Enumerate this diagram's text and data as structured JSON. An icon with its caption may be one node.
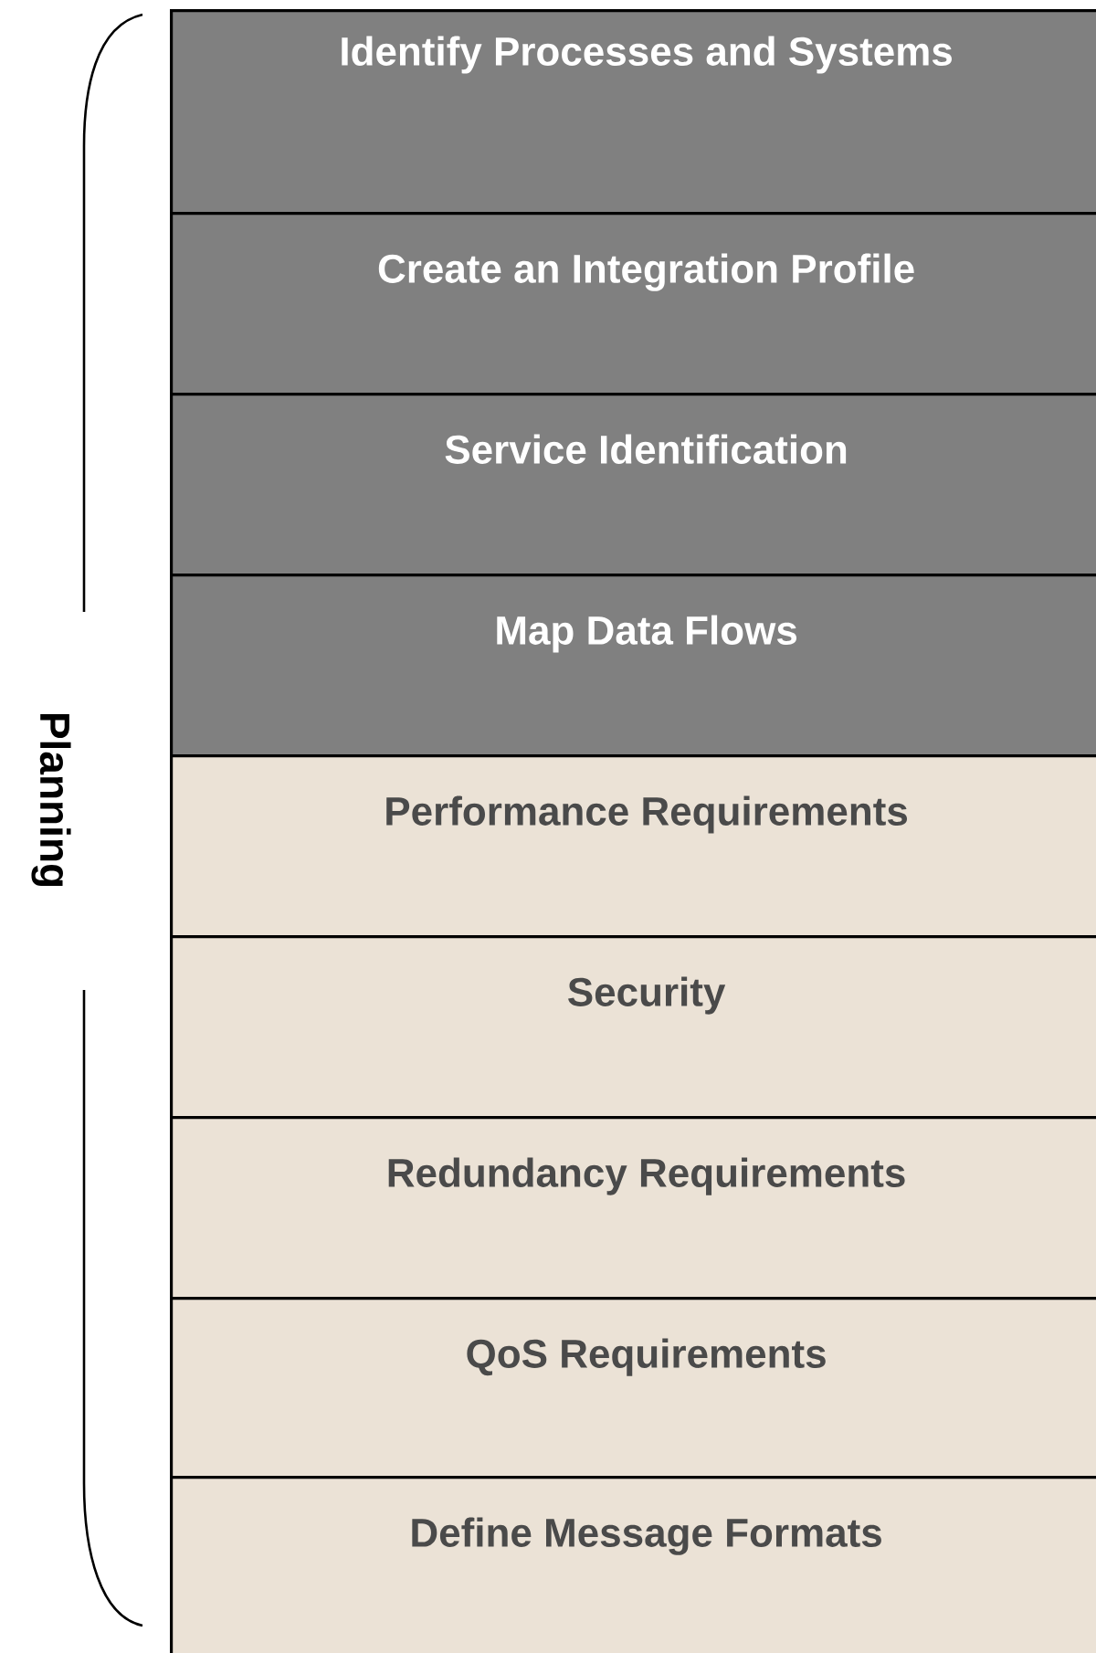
{
  "diagram": {
    "nodes": [
      {
        "text": [
          "Identify Processes and Systems"
        ]
      },
      {
        "text": [
          "Create an Integration Profile"
        ]
      },
      {
        "text": [
          "Service Identification"
        ]
      },
      {
        "text": [
          "Map Data Flows"
        ]
      },
      {
        "text": [
          "Performance Requirements"
        ]
      },
      {
        "text": [
          "Security"
        ]
      },
      {
        "text": [
          "Redundancy Requirements"
        ]
      },
      {
        "text": [
          "QoS Requirements"
        ]
      },
      {
        "text": [
          "Define Message Formats"
        ]
      }
    ],
    "labels": [
      "Planning"
    ]
  }
}
